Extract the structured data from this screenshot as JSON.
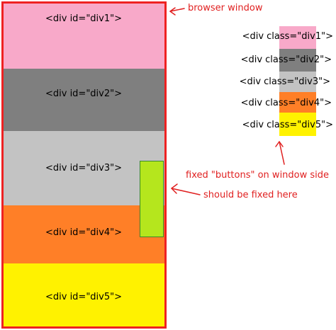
{
  "browser_divs": [
    {
      "label": "<div id=\"div1\">",
      "color": "#f8a9c9"
    },
    {
      "label": "<div id=\"div2\">",
      "color": "#7f7f7f"
    },
    {
      "label": "<div id=\"div3\">",
      "color": "#c3c3c3"
    },
    {
      "label": "<div id=\"div4\">",
      "color": "#ff7f27"
    },
    {
      "label": "<div id=\"div5\">",
      "color": "#fff200"
    }
  ],
  "side_buttons": [
    {
      "label": "<div class=\"div1\">",
      "color": "#f8a9c9"
    },
    {
      "label": "<div class=\"div2\">",
      "color": "#7f7f7f"
    },
    {
      "label": "<div class=\"div3\">",
      "color": "#c3c3c3"
    },
    {
      "label": "<div class=\"div4\">",
      "color": "#ff7f27"
    },
    {
      "label": "<div class=\"div5\">",
      "color": "#fff200"
    }
  ],
  "fixed_indicator_color": "#b5e61d",
  "frame_color": "#ee2222",
  "annotations": {
    "browser_window": "browser window",
    "fixed_buttons": "fixed \"buttons\" on window side",
    "should_be_fixed": "should be fixed here"
  }
}
